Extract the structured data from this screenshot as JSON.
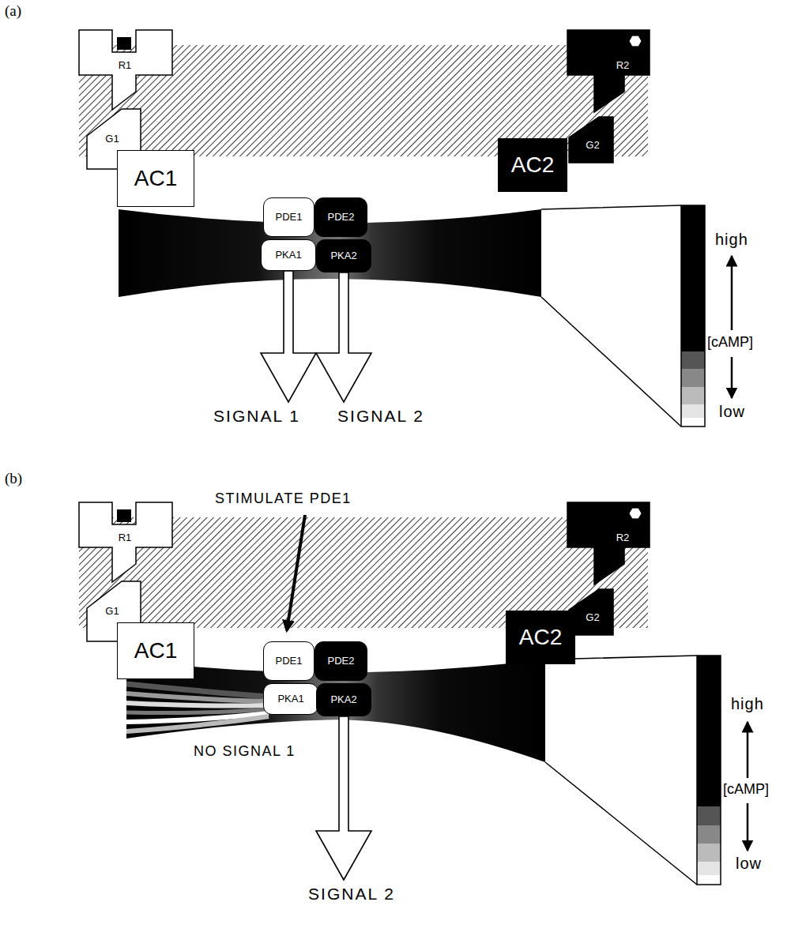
{
  "diagram": {
    "nodes": [
      {
        "text": [
          "R1"
        ]
      },
      {
        "text": [
          "R2"
        ]
      },
      {
        "text": [
          "G1"
        ]
      },
      {
        "text": [
          "G2"
        ]
      },
      {
        "text": [
          "AC1"
        ]
      },
      {
        "text": [
          "AC2"
        ]
      },
      {
        "text": [
          "PDE1"
        ]
      },
      {
        "text": [
          "PDE2"
        ]
      },
      {
        "text": [
          "PKA1"
        ]
      },
      {
        "text": [
          "PKA2"
        ]
      },
      {
        "text": [
          "SIGNAL 1"
        ]
      },
      {
        "text": [
          "SIGNAL 2"
        ]
      },
      {
        "text": [
          "R1"
        ]
      },
      {
        "text": [
          "R2"
        ]
      },
      {
        "text": [
          "G1"
        ]
      },
      {
        "text": [
          "G2"
        ]
      },
      {
        "text": [
          "AC1"
        ]
      },
      {
        "text": [
          "AC2"
        ]
      },
      {
        "text": [
          "PDE1"
        ]
      },
      {
        "text": [
          "PDE2"
        ]
      },
      {
        "text": [
          "PKA1"
        ]
      },
      {
        "text": [
          "PKA2"
        ]
      },
      {
        "text": [
          "SIGNAL 2"
        ]
      }
    ],
    "edges": [
      {
        "from": 8,
        "to": 10,
        "arrow": "to"
      },
      {
        "from": 9,
        "to": 11,
        "arrow": "to"
      },
      {
        "from": 21,
        "to": 22,
        "arrow": "to"
      }
    ],
    "labels": [
      "(a)",
      "high",
      "[cAMP]",
      "low",
      "(b)",
      "STIMULATE PDE1",
      "NO SIGNAL 1",
      "high",
      "[cAMP]",
      "low"
    ]
  }
}
